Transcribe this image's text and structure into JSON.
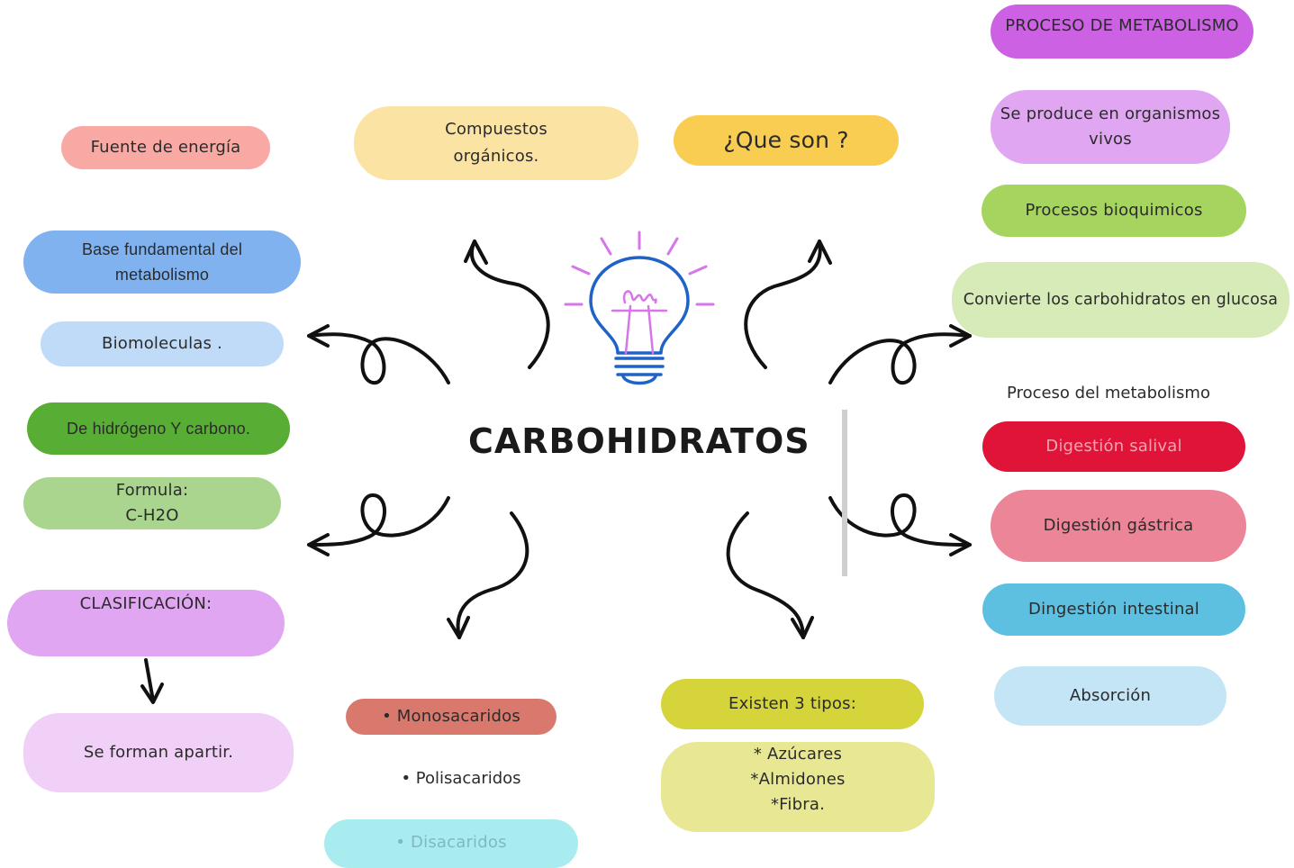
{
  "title": "CARBOHIDRATOS",
  "left": {
    "fuente": {
      "text": "Fuente de energía",
      "color": "#f9a9a4"
    },
    "base": {
      "text": "Base fundamental del\nmetabolismo",
      "color": "#7fb2ef"
    },
    "biomoleculas": {
      "text": "Biomoleculas .",
      "color": "#c0dbf8"
    },
    "hidrogeno": {
      "text": "De hidrógeno Y carbono.",
      "color": "#58ad35"
    },
    "formula": {
      "text": "Formula:\nC-H2O",
      "color": "#a9d58e"
    },
    "clasificacion": {
      "text": "CLASIFICACIÓN:",
      "color": "#e0a6f2"
    },
    "se_forman": {
      "text": "Se forman apartir.",
      "color": "#f1d0f8"
    }
  },
  "top": {
    "compuestos": {
      "text": "Compuestos\norgánicos.",
      "color": "#fbe3a3"
    },
    "que_son": {
      "text": "¿Que son ?",
      "color": "#f9cd52"
    }
  },
  "bottom": {
    "monosacaridos": {
      "text": "• Monosacaridos",
      "color": "#d9796e"
    },
    "polisacaridos": {
      "text": "• Polisacaridos"
    },
    "disacaridos": {
      "text": "• Disacaridos",
      "color": "#a9ecf0"
    },
    "existen": {
      "text": "Existen 3 tipos:",
      "color": "#d5d53b"
    },
    "tipos": {
      "text": "* Azúcares\n*Almidones\n*Fibra.",
      "color": "#e8e894"
    }
  },
  "right": {
    "proceso_metabolismo": {
      "text": "PROCESO DE METABOLISMO",
      "color": "#cc61e3"
    },
    "se_produce": {
      "text": "Se produce en organismos\nvivos",
      "color": "#e0a6f2"
    },
    "bioquimicos": {
      "text": "Procesos bioquimicos",
      "color": "#a6d55f"
    },
    "convierte": {
      "text": "Convierte los carbohidratos  en glucosa",
      "color": "#d6ebb8"
    },
    "proceso_del": {
      "text": "Proceso del metabolismo"
    },
    "salival": {
      "text": "Digestión salival",
      "color": "#e01338"
    },
    "gastrica": {
      "text": "Digestión gástrica",
      "color": "#ec8597"
    },
    "intestinal": {
      "text": "Dingestión intestinal",
      "color": "#5ec0e0"
    },
    "absorcion": {
      "text": "Absorción",
      "color": "#c3e5f6"
    }
  }
}
